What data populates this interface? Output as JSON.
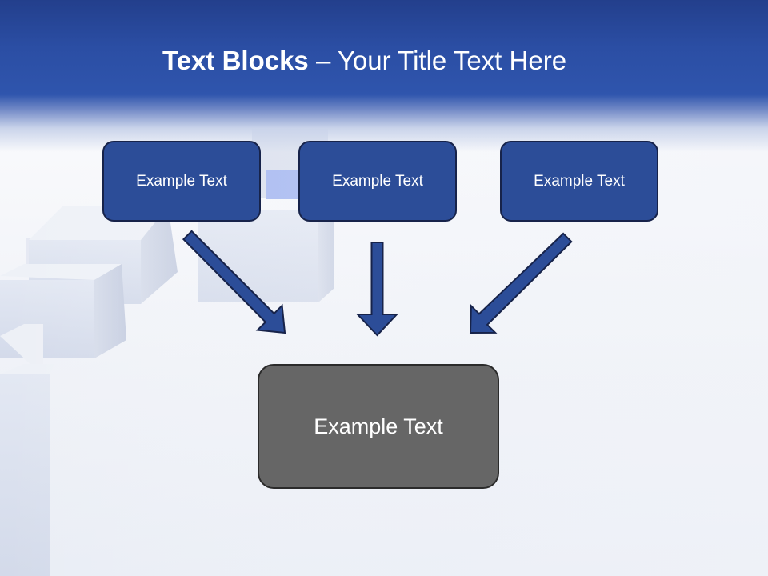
{
  "slide": {
    "title_bold": "Text Blocks",
    "title_rest": " – Your Title Text Here"
  },
  "boxes": {
    "top_left": "Example Text",
    "top_center": "Example Text",
    "top_right": "Example Text",
    "bottom": "Example Text"
  },
  "colors": {
    "header_blue": "#2b4ea4",
    "box_blue": "#2c4d98",
    "box_gray": "#666666",
    "arrow_blue": "#2c4d98",
    "outline_dark": "#17234a"
  }
}
